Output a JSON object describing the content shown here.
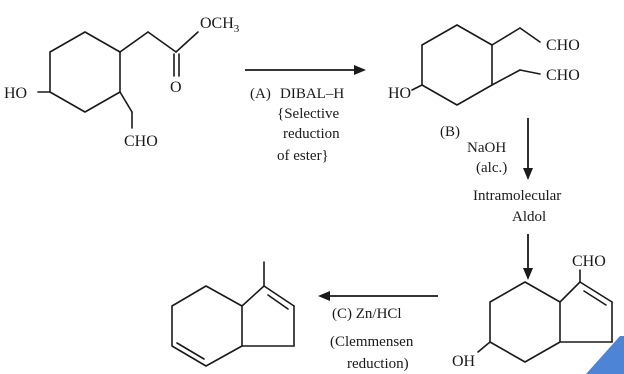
{
  "reactant": {
    "ho": "HO",
    "och": "OCH",
    "och_sub": "3",
    "carbonyl_o": "O",
    "cho": "CHO"
  },
  "step_a": {
    "label": "(A)",
    "reagent": "DIBAL–H",
    "note_line1": "{Selective",
    "note_line2": "reduction",
    "note_line3": "of ester}"
  },
  "dialdehyde": {
    "ho": "HO",
    "cho_top": "CHO",
    "cho_bottom": "CHO"
  },
  "step_b": {
    "label": "(B)",
    "reagent": "NaOH",
    "reagent2": "(alc.)",
    "note_line1": "Intramolecular",
    "note_line2": "Aldol"
  },
  "aldol_product": {
    "cho": "CHO",
    "oh": "OH"
  },
  "step_c": {
    "reagent": "(C) Zn/HCl",
    "note_line1": "(Clemmensen",
    "note_line2": "reduction)"
  },
  "colors": {
    "ink": "#1a1a1a",
    "watermark": "#2f6fcf"
  }
}
